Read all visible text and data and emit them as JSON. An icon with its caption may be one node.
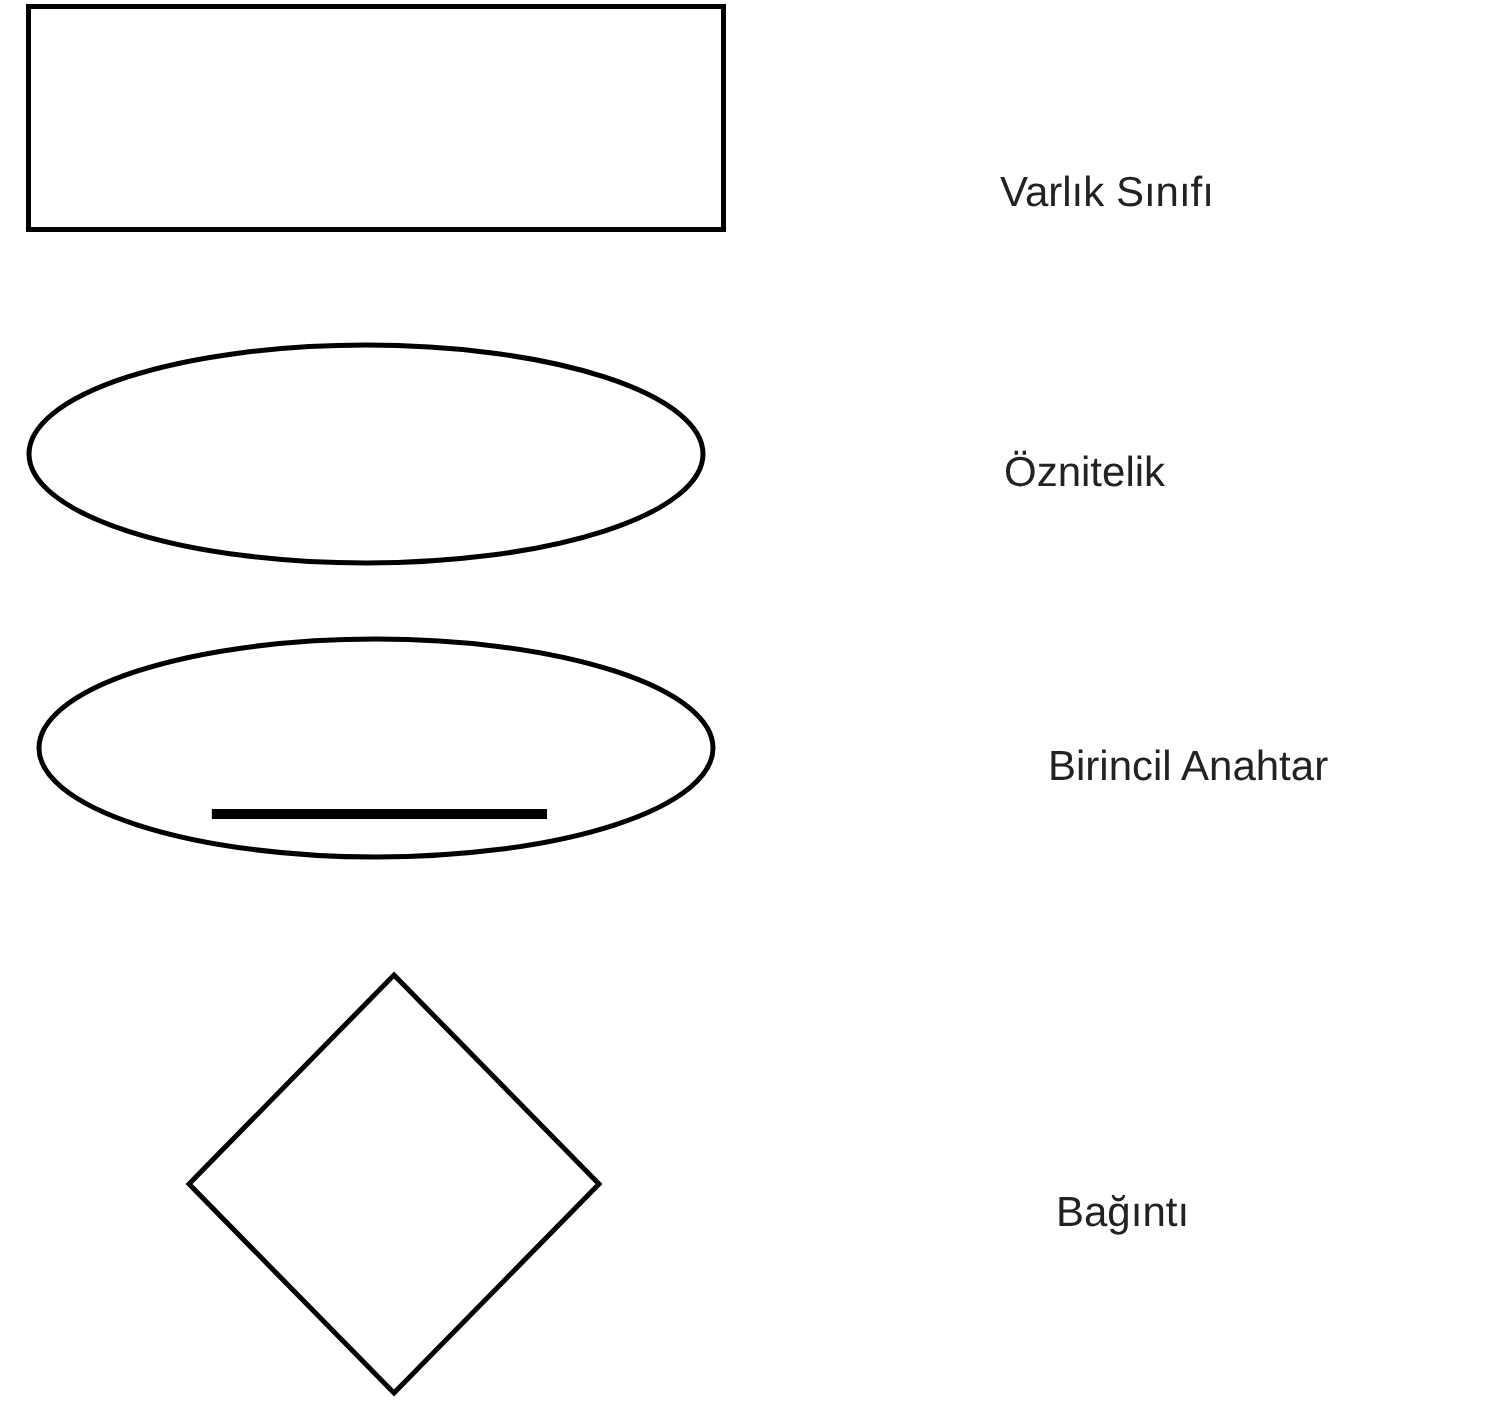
{
  "diagram": {
    "nodes": [
      {
        "text": [],
        "shape": "box"
      },
      {
        "text": [],
        "shape": "ellipse"
      },
      {
        "text": [],
        "shape": "ellipse"
      },
      {
        "text": [],
        "shape": "diamond"
      }
    ],
    "legend": [
      {
        "text": "Varlık Sınıfı"
      },
      {
        "text": "Öznitelik"
      },
      {
        "text": "Birincil Anahtar"
      },
      {
        "text": "Bağıntı"
      }
    ]
  }
}
